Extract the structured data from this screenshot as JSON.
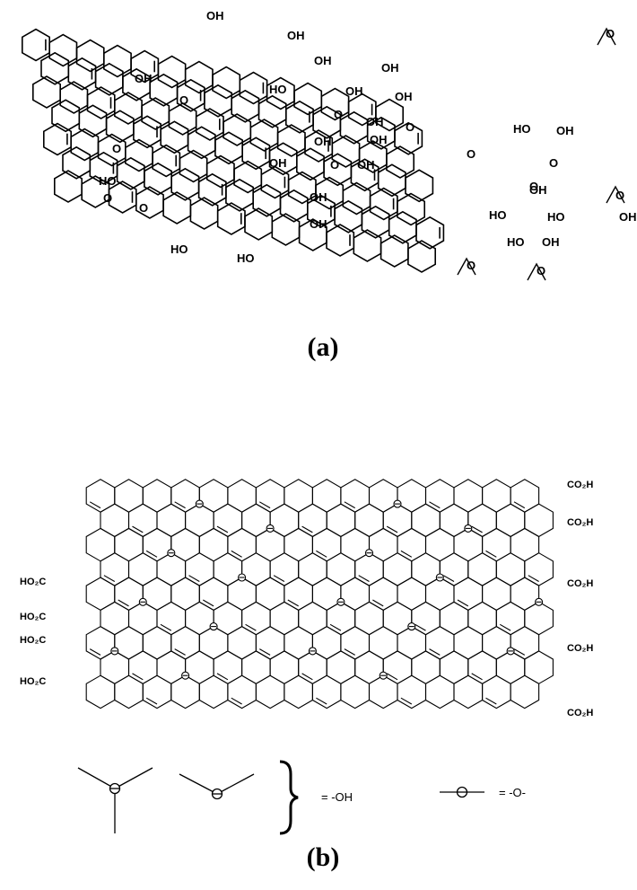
{
  "panel_a": {
    "caption": "(a)",
    "oh_label": "OH",
    "ho_label": "HO",
    "epoxy_label": "O"
  },
  "panel_b": {
    "caption": "(b)",
    "co2h_label": "CO₂H",
    "ho2c_label": "HO₂C",
    "legend": {
      "hydroxyl_text": "= -OH",
      "ether_text": "= -O-"
    }
  },
  "colors": {
    "stroke": "#000000",
    "background": "#ffffff"
  }
}
